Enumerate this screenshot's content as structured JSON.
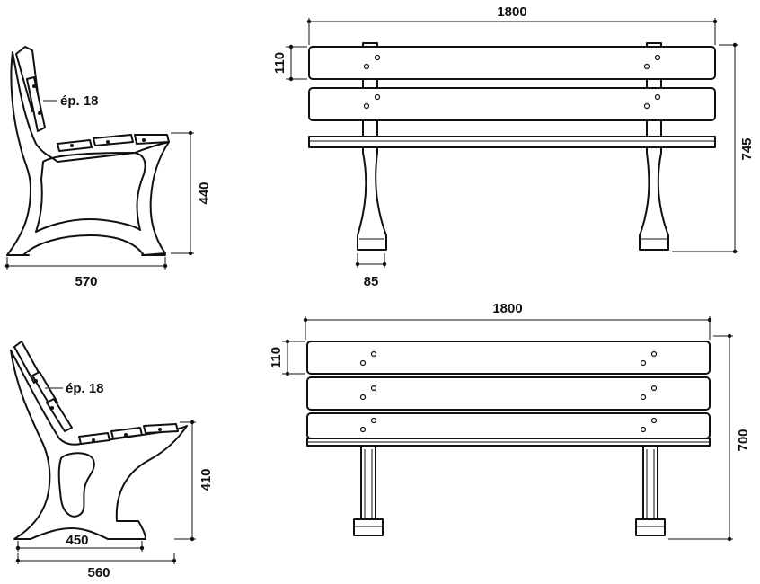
{
  "drawing_1": {
    "side_depth": "570",
    "side_height": "440",
    "thickness_note": "ép. 18",
    "front_width": "1800",
    "slat_height": "110",
    "overall_height": "745",
    "leg_width": "85"
  },
  "drawing_2": {
    "side_depth": "560",
    "foot_depth": "450",
    "side_height": "410",
    "thickness_note": "ép. 18",
    "front_width": "1800",
    "slat_height": "110",
    "overall_height": "700"
  }
}
